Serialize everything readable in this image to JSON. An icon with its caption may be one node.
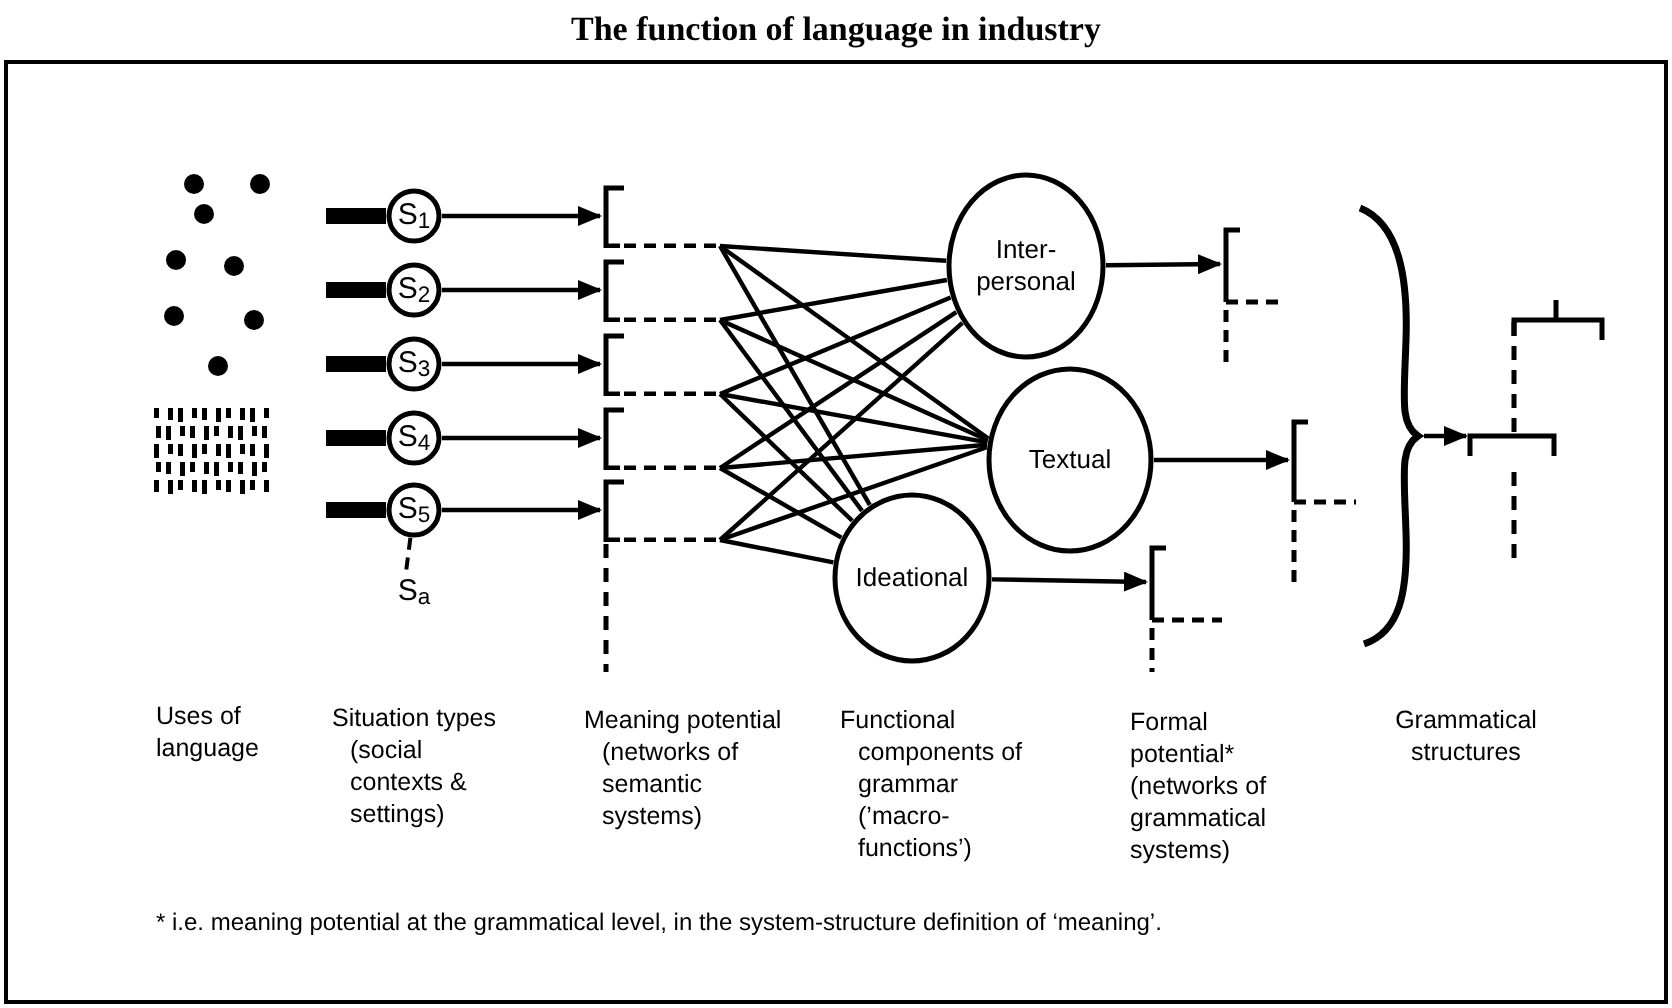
{
  "diagram": {
    "title": "The function of language in industry",
    "nodes": [
      {
        "text": [
          "S$_{1}$"
        ]
      },
      {
        "text": [
          "S$_{2}$"
        ]
      },
      {
        "text": [
          "S$_{3}$"
        ]
      },
      {
        "text": [
          "S$_{4}$"
        ]
      },
      {
        "text": [
          "S$_{5}$"
        ]
      },
      {
        "text": [
          "S$_{a}$"
        ]
      },
      {
        "text": [],
        "shape": "bracket"
      },
      {
        "text": [],
        "shape": "bracket"
      },
      {
        "text": [],
        "shape": "bracket"
      },
      {
        "text": [],
        "shape": "bracket"
      },
      {
        "text": [],
        "shape": "bracket"
      },
      {
        "text": [
          "Inter- personal"
        ]
      },
      {
        "text": [
          "Textual"
        ]
      },
      {
        "text": [
          "Ideational"
        ]
      },
      {
        "text": [],
        "shape": "bracket"
      },
      {
        "text": [],
        "shape": "bracket"
      },
      {
        "text": [],
        "shape": "bracket"
      },
      {
        "text": [],
        "shape": "brace"
      },
      {
        "text": [],
        "shape": "tree"
      }
    ],
    "edges": [
      {
        "from": null,
        "to": 0,
        "arrow": "none",
        "style": "thick"
      },
      {
        "from": null,
        "to": 1,
        "arrow": "none",
        "style": "thick"
      },
      {
        "from": null,
        "to": 2,
        "arrow": "none",
        "style": "thick"
      },
      {
        "from": null,
        "to": 3,
        "arrow": "none",
        "style": "thick"
      },
      {
        "from": null,
        "to": 4,
        "arrow": "none",
        "style": "thick"
      },
      {
        "from": 0,
        "to": 6,
        "arrow": "to"
      },
      {
        "from": 1,
        "to": 7,
        "arrow": "to"
      },
      {
        "from": 2,
        "to": 8,
        "arrow": "to"
      },
      {
        "from": 3,
        "to": 9,
        "arrow": "to"
      },
      {
        "from": 4,
        "to": 10,
        "arrow": "to"
      },
      {
        "from": 4,
        "to": 5,
        "arrow": "none",
        "style": "dashed"
      },
      {
        "from": 6,
        "to": 11,
        "arrow": "none"
      },
      {
        "from": 6,
        "to": 12,
        "arrow": "none"
      },
      {
        "from": 6,
        "to": 13,
        "arrow": "none"
      },
      {
        "from": 7,
        "to": 11,
        "arrow": "none"
      },
      {
        "from": 7,
        "to": 12,
        "arrow": "none"
      },
      {
        "from": 7,
        "to": 13,
        "arrow": "none"
      },
      {
        "from": 8,
        "to": 11,
        "arrow": "none"
      },
      {
        "from": 8,
        "to": 12,
        "arrow": "none"
      },
      {
        "from": 8,
        "to": 13,
        "arrow": "none"
      },
      {
        "from": 9,
        "to": 11,
        "arrow": "none"
      },
      {
        "from": 9,
        "to": 12,
        "arrow": "none"
      },
      {
        "from": 9,
        "to": 13,
        "arrow": "none"
      },
      {
        "from": 10,
        "to": 11,
        "arrow": "none"
      },
      {
        "from": 10,
        "to": 12,
        "arrow": "none"
      },
      {
        "from": 10,
        "to": 13,
        "arrow": "none"
      },
      {
        "from": 11,
        "to": 14,
        "arrow": "to"
      },
      {
        "from": 12,
        "to": 15,
        "arrow": "to"
      },
      {
        "from": 13,
        "to": 16,
        "arrow": "to"
      },
      {
        "from": 17,
        "to": 18,
        "arrow": "to"
      }
    ],
    "labels": [
      "Uses of language",
      "Situation types (social contexts & settings)",
      "Meaning potential (networks of semantic systems)",
      "Functional components of grammar (’macro-functions’)",
      "Formal potential* (networks of grammatical systems)",
      "Grammatical structures",
      "* i.e. meaning potential at the grammatical level, in the system-structure definition of ‘meaning’."
    ]
  }
}
